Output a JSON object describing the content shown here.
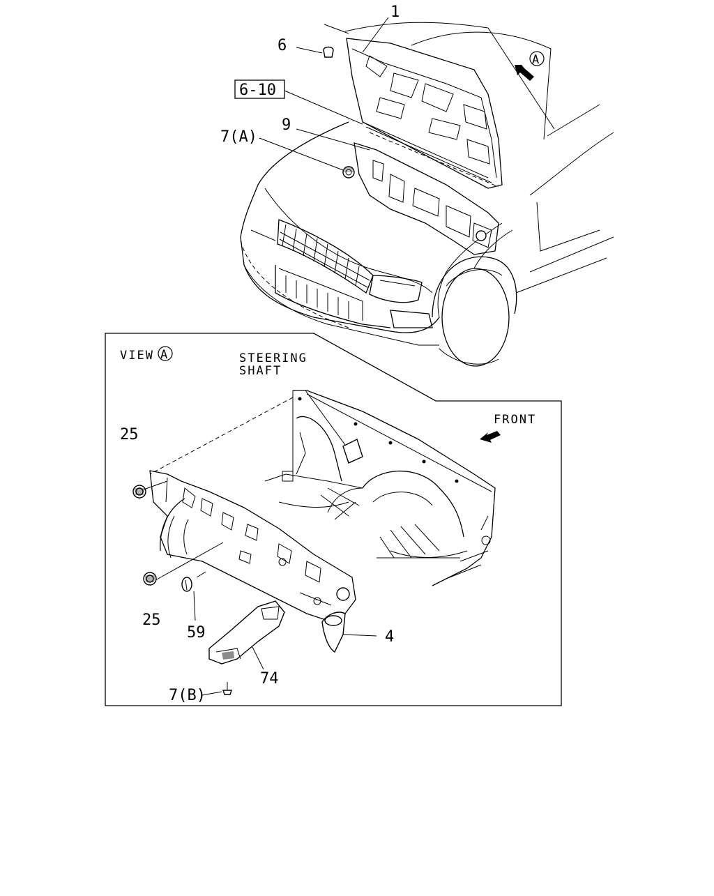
{
  "diagram": {
    "callouts": {
      "hood": "1",
      "bumper_stop": "6",
      "ref_6_10": "6-10",
      "insulator": "9",
      "clip_7a": "7(A)",
      "view_arrow_letter": "A",
      "view_label": "VIEW",
      "view_letter": "A",
      "steering_line1": "STEERING",
      "steering_line2": "SHAFT",
      "front": "FRONT",
      "grommet_top": "25",
      "grommet_bottom": "25",
      "seal_59": "59",
      "cover_4": "4",
      "cover_74": "74",
      "clip_7b": "7(B)"
    }
  }
}
